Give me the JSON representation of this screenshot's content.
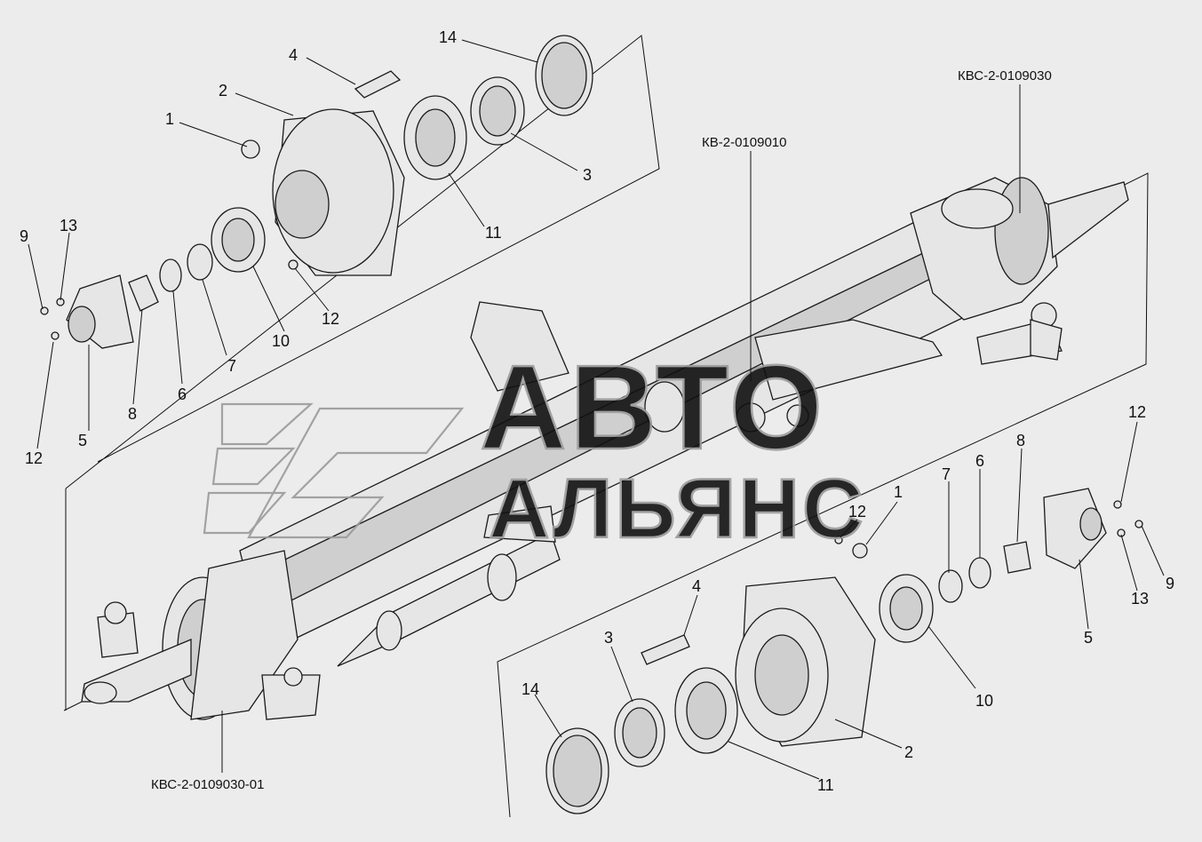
{
  "assemblies": {
    "main_axle": "КВ-2-0109010",
    "right_knuckle": "КВС-2-0109030",
    "left_knuckle": "КВС-2-0109030-01"
  },
  "watermark": {
    "line1": "АВТО",
    "line2": "АЛЬЯНС"
  },
  "callouts_upper": [
    "14",
    "4",
    "2",
    "1",
    "3",
    "11",
    "13",
    "9",
    "12",
    "10",
    "7",
    "6",
    "8",
    "5",
    "12"
  ],
  "callouts_lower": [
    "12",
    "8",
    "1",
    "7",
    "6",
    "12",
    "9",
    "13",
    "5",
    "4",
    "3",
    "14",
    "10",
    "2",
    "11"
  ],
  "colors": {
    "background": "#ececec",
    "line": "#111111",
    "watermark": "#9a9a9a"
  }
}
